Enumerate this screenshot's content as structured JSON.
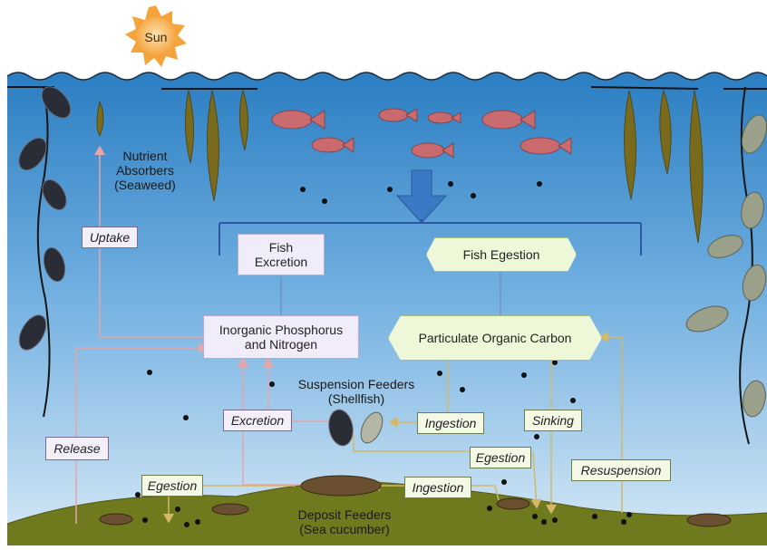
{
  "sun": {
    "label": "Sun"
  },
  "labels": {
    "nutrient_absorbers": "Nutrient\nAbsorbers\n(Seaweed)",
    "fish_excretion": "Fish\nExcretion",
    "fish_egestion": "Fish Egestion",
    "inorganic": "Inorganic Phosphorus\nand Nitrogen",
    "poc": "Particulate Organic Carbon",
    "suspension_feeders": "Suspension Feeders\n(Shellfish)",
    "deposit_feeders": "Deposit Feeders\n(Sea cucumber)"
  },
  "processes": {
    "uptake": "Uptake",
    "release": "Release",
    "excretion": "Excretion",
    "egestion_left": "Egestion",
    "ingestion_upper": "Ingestion",
    "sinking": "Sinking",
    "egestion_right": "Egestion",
    "ingestion_lower": "Ingestion",
    "resuspension": "Resuspension"
  },
  "colors": {
    "sky": "#ffffff",
    "water_top": "#2d7fc3",
    "water_mid": "#7fb7e4",
    "water_bottom": "#d4e8f6",
    "seabed": "#6f7a1e",
    "sun": "#f6a33a",
    "flow_arrow": "#e6a5a8",
    "sinking_arrow": "#d6c07a",
    "down_arrow": "#3a79c4",
    "seaweed": "#7a6a1c",
    "fish": "#c96a6e"
  }
}
